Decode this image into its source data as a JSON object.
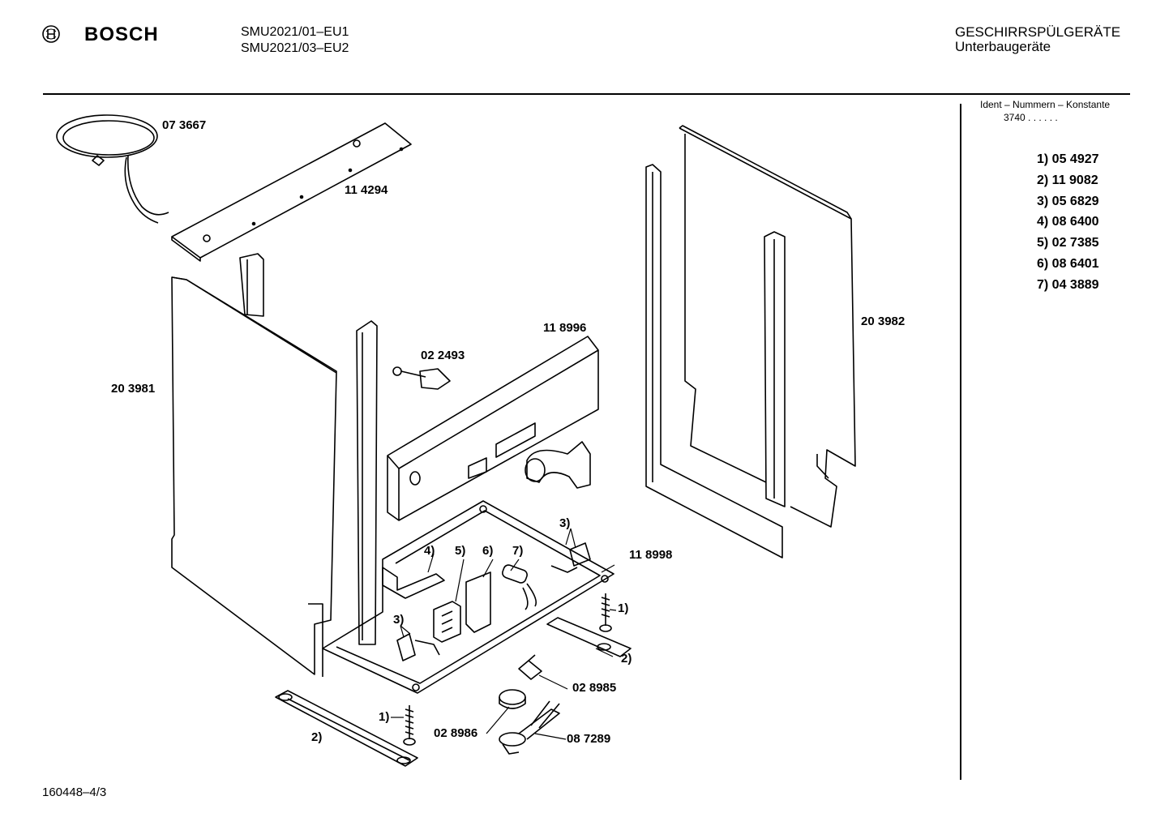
{
  "header": {
    "brand": "BOSCH",
    "models": [
      "SMU2021/01–EU1",
      "SMU2021/03–EU2"
    ],
    "category": "GESCHIRRSPÜLGERÄTE",
    "subcategory": "Unterbaugeräte"
  },
  "ident": {
    "heading": "Ident – Nummern – Konstante",
    "constant": "3740  .  .  .  .  .  .",
    "refs": [
      "1)  05 4927",
      "2)  11 9082",
      "3)  05 6829",
      "4)  08 6400",
      "5)  02 7385",
      "6)  08 6401",
      "7)  04 3889"
    ]
  },
  "labels": {
    "cable": "07 3667",
    "top_strip": "11 4294",
    "side_left": "20 3981",
    "side_right": "20 3982",
    "panel": "11 8996",
    "clamp": "02 2493",
    "base": "11 8998",
    "part1a": "1)",
    "part1b": "1)",
    "part2a": "2)",
    "part2b": "2)",
    "part3a": "3)",
    "part3b": "3)",
    "part4": "4)",
    "part5": "5)",
    "part6": "6)",
    "part7": "7)",
    "hinge": "02 8985",
    "cap": "02 8986",
    "foot": "08 7289"
  },
  "footer": {
    "doc_id": "160448–4/3"
  }
}
